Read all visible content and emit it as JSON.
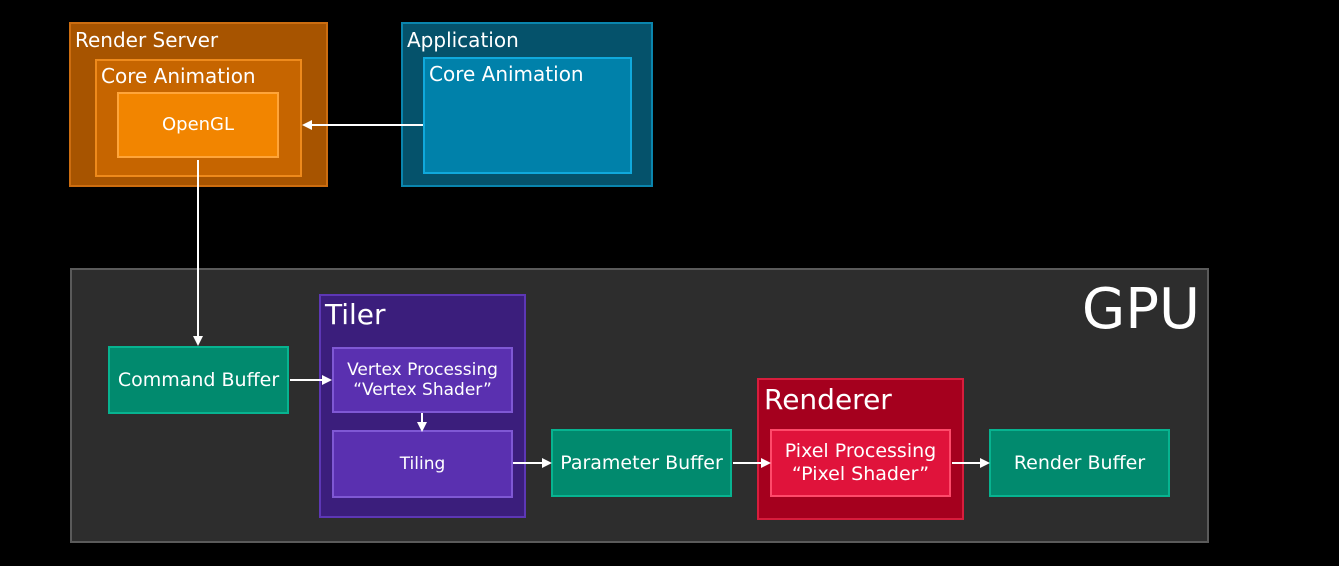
{
  "render_server": {
    "title": "Render Server",
    "core_animation": "Core Animation",
    "opengl": "OpenGL"
  },
  "application": {
    "title": "Application",
    "core_animation": "Core Animation"
  },
  "gpu": {
    "title": "GPU",
    "command_buffer": "Command Buffer",
    "tiler": {
      "title": "Tiler",
      "vertex_processing_line1": "Vertex Processing",
      "vertex_processing_line2": "“Vertex Shader”",
      "tiling": "Tiling"
    },
    "parameter_buffer": "Parameter Buffer",
    "renderer": {
      "title": "Renderer",
      "pixel_processing_line1": "Pixel Processing",
      "pixel_processing_line2": "“Pixel Shader”"
    },
    "render_buffer": "Render Buffer"
  },
  "colors": {
    "render_server": "#a75400",
    "opengl": "#f28500",
    "application": "#05526b",
    "core_animation_app": "#0081aa",
    "gpu_background": "#2d2d2d",
    "buffer": "#018a6e",
    "tiler": "#3b1e7c",
    "renderer": "#a5001e",
    "arrow": "#ffffff"
  }
}
